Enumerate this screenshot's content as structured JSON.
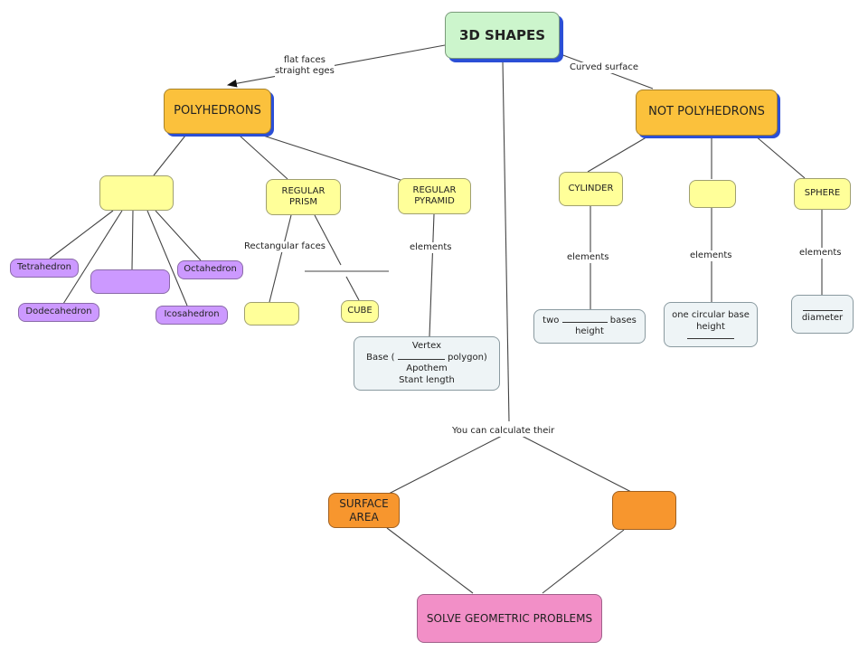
{
  "root": "3D SHAPES",
  "branch_left": {
    "link_line1": "flat faces",
    "link_line2": "straight eges",
    "title": "POLYHEDRONS"
  },
  "branch_right": {
    "link": "Curved surface",
    "title": "NOT POLYHEDRONS"
  },
  "polyhedra": {
    "regular_prism": "REGULAR PRISM",
    "regular_pyramid": "REGULAR PYRAMID",
    "platonic_list": [
      "Tetrahedron",
      "Octahedron",
      "Dodecahedron",
      "Icosahedron"
    ],
    "prism_link": "Rectangular faces",
    "cube": "CUBE",
    "pyramid_link": "elements",
    "pyramid_elements": {
      "line1": "Vertex",
      "line2_prefix": "Base (",
      "line2_suffix": "polygon)",
      "line3": "Apothem",
      "line4": "Stant length"
    }
  },
  "round_bodies": {
    "cylinder": "CYLINDER",
    "sphere": "SPHERE",
    "cylinder_link": "elements",
    "cone_link": "elements",
    "sphere_link": "elements",
    "cylinder_elements": {
      "prefix": "two",
      "suffix": "bases",
      "line2": "height"
    },
    "cone_elements": {
      "line1": "one circular base",
      "line2": "height"
    },
    "sphere_elements": {
      "line2": "diameter"
    }
  },
  "calc_link": "You can calculate their",
  "surface_area": "SURFACE AREA",
  "goal": "SOLVE GEOMETRIC PROBLEMS"
}
